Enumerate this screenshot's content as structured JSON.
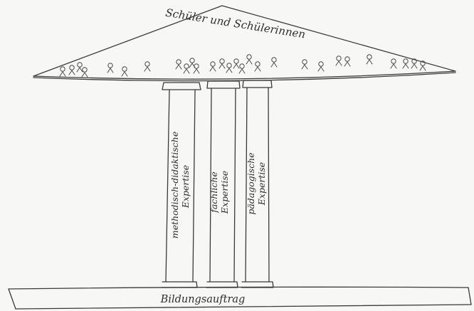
{
  "roof": {
    "label": "Schüler und Schülerinnen"
  },
  "pillars": [
    {
      "line1": "methodisch-didaktische",
      "line2": "Expertise"
    },
    {
      "line1": "fachliche",
      "line2": "Expertise"
    },
    {
      "line1": "pädagogische",
      "line2": "Expertise"
    }
  ],
  "foundation": {
    "label": "Bildungsauftrag"
  },
  "icons": {
    "students": "stick-figure-icon"
  }
}
